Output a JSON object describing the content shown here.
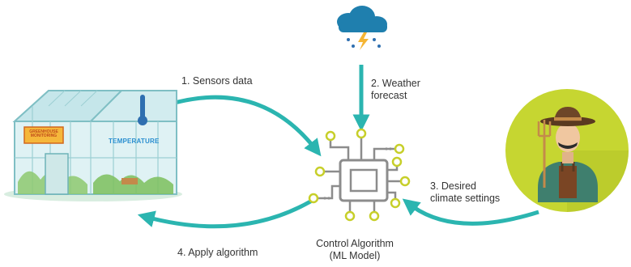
{
  "steps": {
    "step1": "1. Sensors data",
    "step2_line1": "2. Weather",
    "step2_line2": "forecast",
    "step3_line1": "3. Desired",
    "step3_line2": "climate settings",
    "step4": "4. Apply algorithm"
  },
  "center": {
    "line1": "Control Algorithm",
    "line2": "(ML Model)"
  },
  "greenhouse": {
    "sign_line1": "GREENHOUSE",
    "sign_line2": "MONITORING",
    "temperature_label": "TEMPERATURE"
  },
  "colors": {
    "arrow": "#2bb5b0",
    "chip": "#8c8c8c",
    "node": "#c7cf2a",
    "cloud": "#1f7fae",
    "farmer_bg": "#c6d631"
  },
  "icons": [
    "greenhouse-icon",
    "thermometer-icon",
    "storm-cloud-icon",
    "chip-icon",
    "farmer-icon"
  ]
}
